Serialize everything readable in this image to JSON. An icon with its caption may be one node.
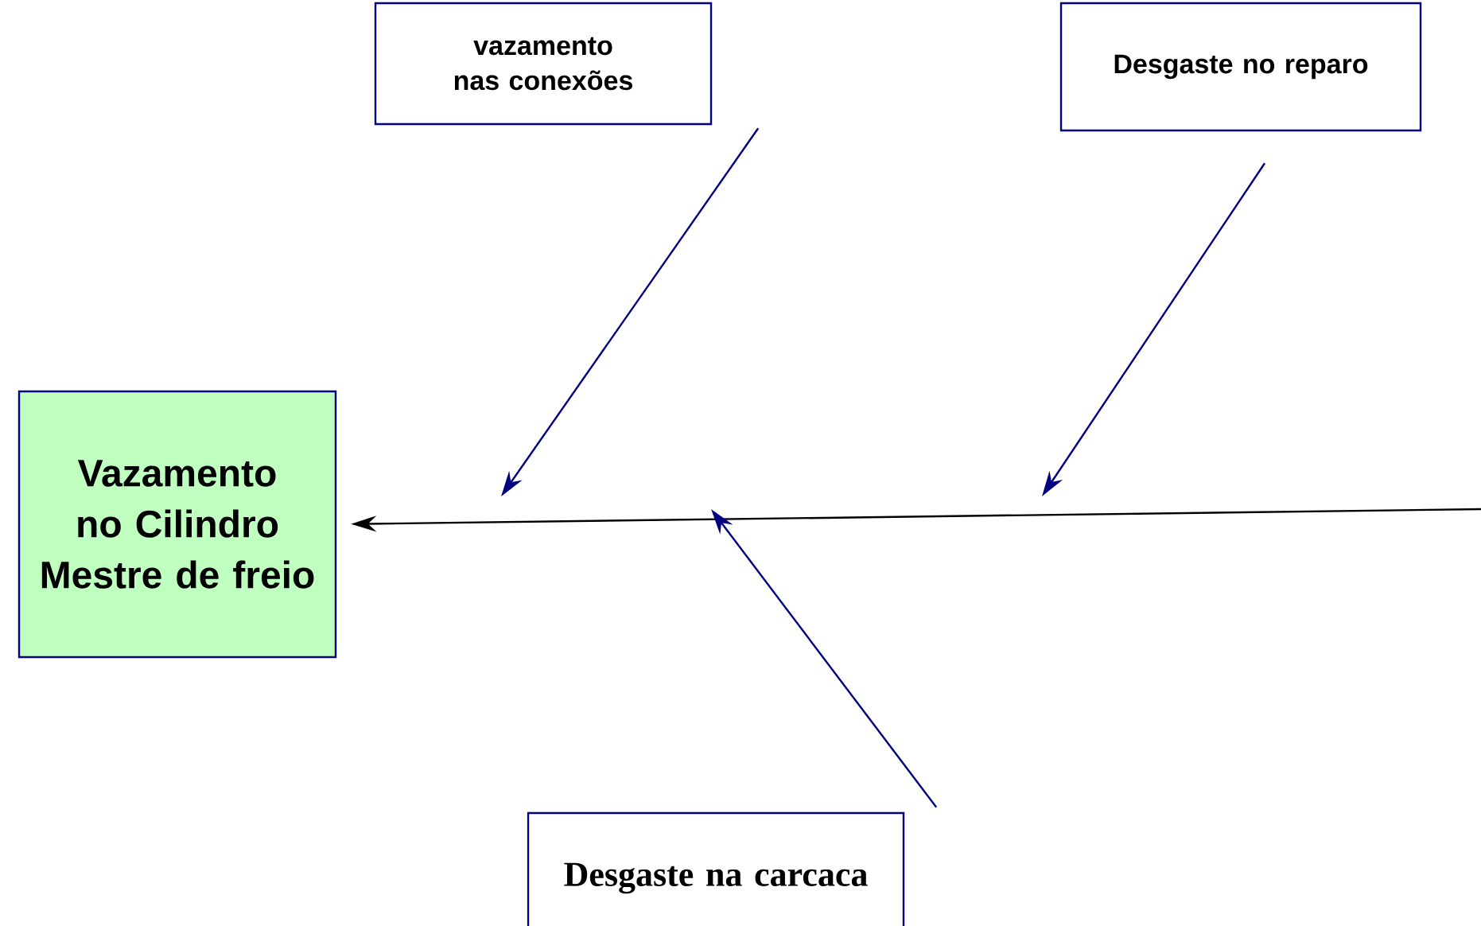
{
  "diagram": {
    "nodes": [
      {
        "text": [
          "Vazamento no Cilindro Mestre de freio"
        ]
      },
      {
        "text": [
          "vazamento nas conexões"
        ]
      },
      {
        "text": [
          "Desgaste no reparo"
        ]
      },
      {
        "text": [
          "Desgaste na carcaca"
        ]
      }
    ],
    "edges": [
      {
        "from": null,
        "to": 0,
        "arrow": "to",
        "color": "#000000"
      },
      {
        "from": 1,
        "to": null,
        "arrow": "to"
      },
      {
        "from": 2,
        "to": null,
        "arrow": "to"
      },
      {
        "from": 3,
        "to": null,
        "arrow": "to"
      }
    ]
  }
}
